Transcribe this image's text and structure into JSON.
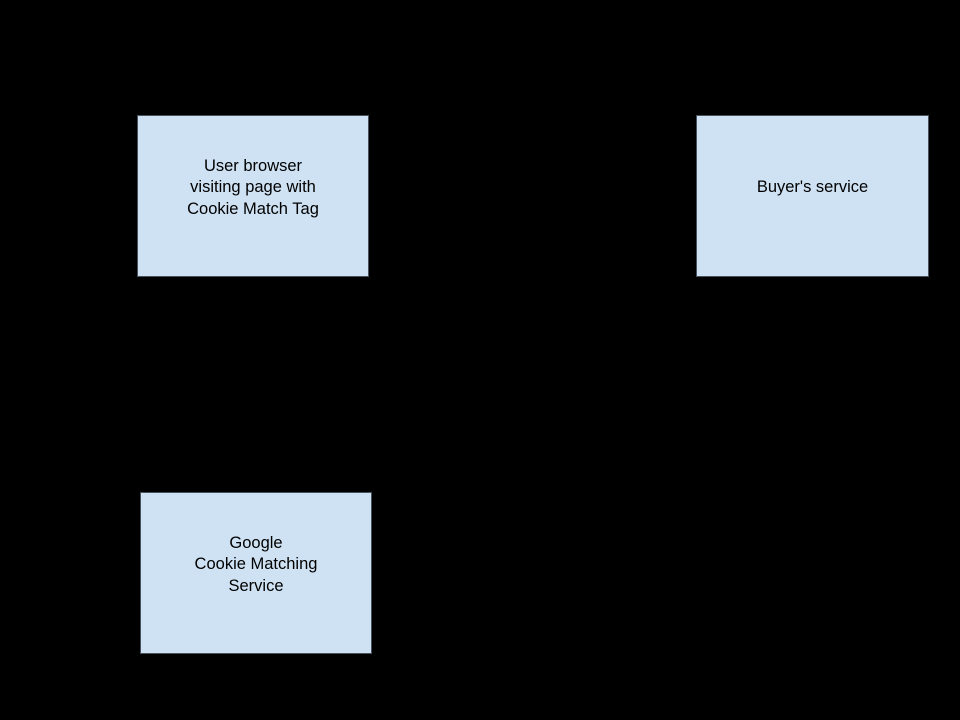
{
  "diagram": {
    "background_color": "#000000",
    "node_fill_color": "#cfe2f3",
    "node_border_color": "#47525e",
    "node_text_color": "#000000",
    "nodes": [
      {
        "id": "user-browser",
        "lines": [
          "User browser",
          "visiting page with",
          "Cookie Match Tag"
        ]
      },
      {
        "id": "buyers-service",
        "lines": [
          "Buyer's service"
        ]
      },
      {
        "id": "google-cookie-matching-service",
        "lines": [
          "Google",
          "Cookie Matching",
          "Service"
        ]
      }
    ]
  }
}
